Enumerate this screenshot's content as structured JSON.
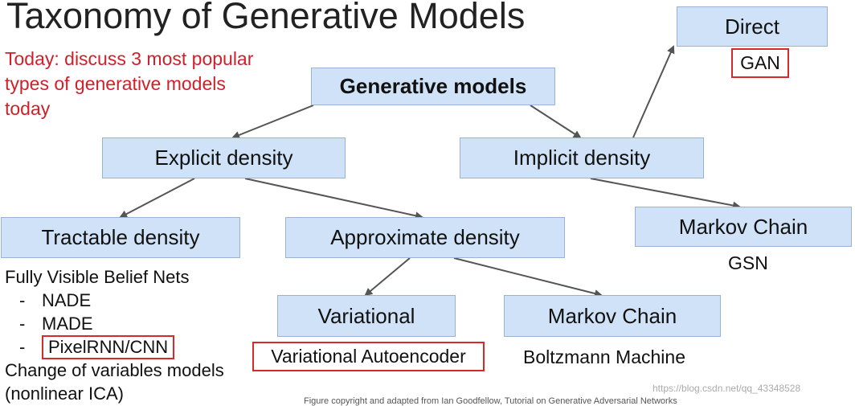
{
  "title": "Taxonomy of Generative Models",
  "note": "Today: discuss 3 most popular types of generative models today",
  "nodes": {
    "root": "Generative models",
    "explicit": "Explicit density",
    "implicit": "Implicit density",
    "direct": "Direct",
    "tractable": "Tractable density",
    "approximate": "Approximate density",
    "markov_chain_implicit": "Markov Chain",
    "variational": "Variational",
    "markov_chain_approx": "Markov Chain"
  },
  "leaves": {
    "gan": "GAN",
    "gsn": "GSN",
    "vae": "Variational Autoencoder",
    "boltzmann": "Boltzmann Machine"
  },
  "tractable_examples": {
    "heading": "Fully Visible Belief Nets",
    "items": [
      "NADE",
      "MADE",
      "PixelRNN/CNN"
    ],
    "dash": "-",
    "change_of_variables": "Change of variables models",
    "nonlinear_ica": "(nonlinear ICA)"
  },
  "colors": {
    "node_fill": "#cfe2f7",
    "node_border": "#98b3d2",
    "highlight": "#d42a2a",
    "note_text": "#d0202a",
    "edge": "#555555"
  },
  "watermark": "https://blog.csdn.net/qq_43348528",
  "footer": "Figure copyright and adapted from Ian Goodfellow, Tutorial on Generative Adversarial Networks"
}
